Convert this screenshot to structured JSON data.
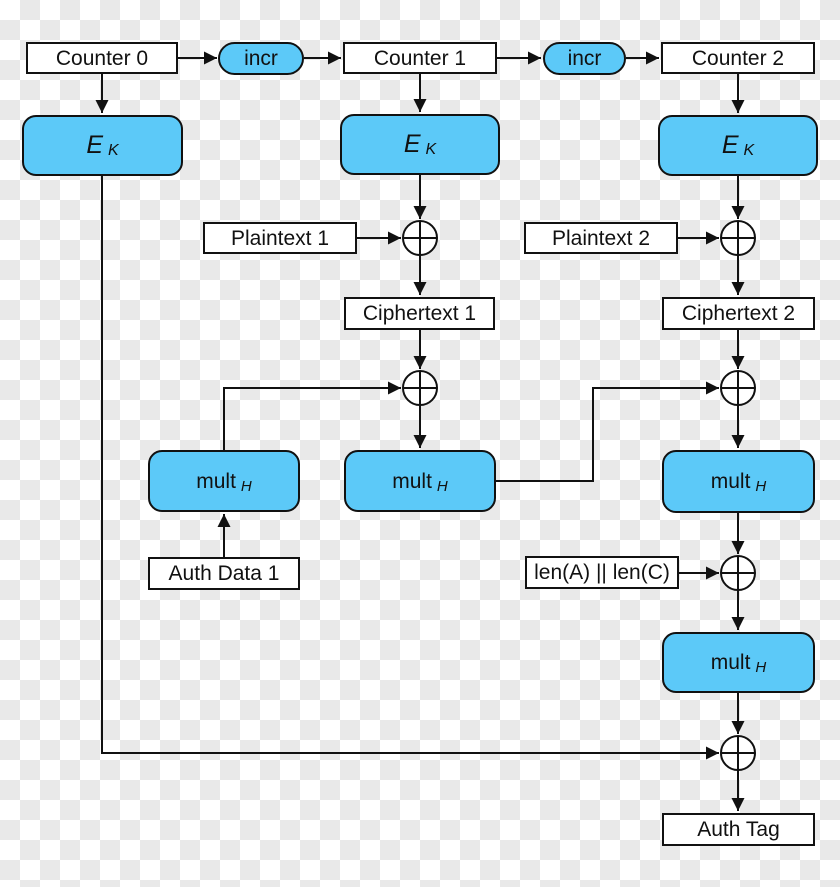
{
  "colors": {
    "node_fill_blue": "#5cc9f8",
    "outline": "#111111",
    "box_fill": "#ffffff",
    "checker_light": "#ffffff",
    "checker_dark": "#e9e9e9"
  },
  "nodes": {
    "counter0": "Counter 0",
    "incr1": "incr",
    "counter1": "Counter 1",
    "incr2": "incr",
    "counter2": "Counter 2",
    "ek": {
      "base": "E",
      "sub": "K"
    },
    "mult": {
      "base": "mult",
      "sub": "H"
    },
    "plaintext1": "Plaintext 1",
    "plaintext2": "Plaintext 2",
    "ciphertext1": "Ciphertext 1",
    "ciphertext2": "Ciphertext 2",
    "auth_data1": "Auth Data 1",
    "len_concat": "len(A) || len(C)",
    "auth_tag": "Auth Tag"
  }
}
